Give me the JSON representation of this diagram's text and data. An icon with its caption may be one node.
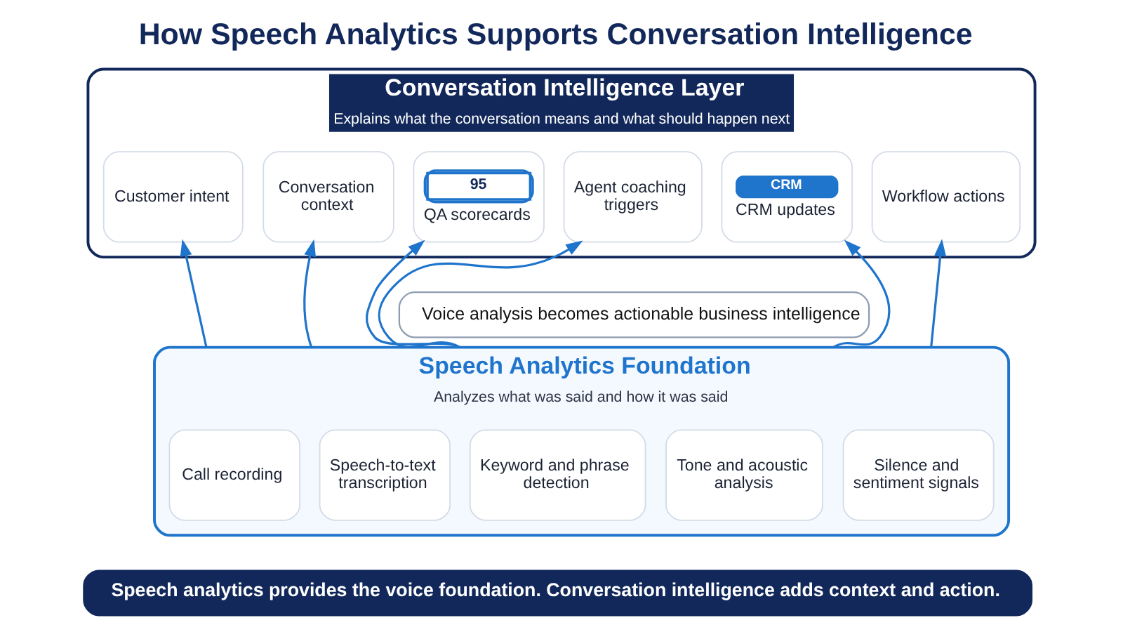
{
  "diagram": {
    "title": "How Speech Analytics Supports Conversation Intelligence",
    "nodes": [
      {
        "text": [
          "Conversation Intelligence Layer",
          "Explains what the conversation means and what should happen next"
        ]
      },
      {
        "text": [
          "Customer intent"
        ],
        "in": 0
      },
      {
        "text": [
          "Conversation context"
        ],
        "in": 0
      },
      {
        "text": [
          "95",
          "QA scorecards"
        ],
        "in": 0
      },
      {
        "text": [
          "Agent coaching triggers"
        ],
        "in": 0
      },
      {
        "text": [
          "CRM",
          "CRM updates"
        ],
        "in": 0
      },
      {
        "text": [
          "Workflow actions"
        ],
        "in": 0
      },
      {
        "text": [
          "Voice analysis becomes actionable business intelligence"
        ]
      },
      {
        "text": [
          "Speech Analytics Foundation",
          "Analyzes what was said and how it was said"
        ]
      },
      {
        "text": [
          "Call recording"
        ],
        "in": 8
      },
      {
        "text": [
          "Speech-to-text transcription"
        ],
        "in": 8
      },
      {
        "text": [
          "Keyword and phrase detection"
        ],
        "in": 8
      },
      {
        "text": [
          "Tone and acoustic analysis"
        ],
        "in": 8
      },
      {
        "text": [
          "Silence and sentiment signals"
        ],
        "in": 8
      },
      {
        "text": [
          "Speech analytics provides the voice foundation. Conversation intelligence adds context and action."
        ]
      }
    ],
    "edges": [
      {
        "from": 8,
        "to": 1,
        "arrow": "to"
      },
      {
        "from": 8,
        "to": 2,
        "arrow": "to"
      },
      {
        "from": 8,
        "to": 3,
        "arrow": "to"
      },
      {
        "from": 8,
        "to": 4,
        "arrow": "to"
      },
      {
        "from": 8,
        "to": 5,
        "arrow": "to"
      },
      {
        "from": 8,
        "to": 6,
        "arrow": "to"
      }
    ]
  }
}
